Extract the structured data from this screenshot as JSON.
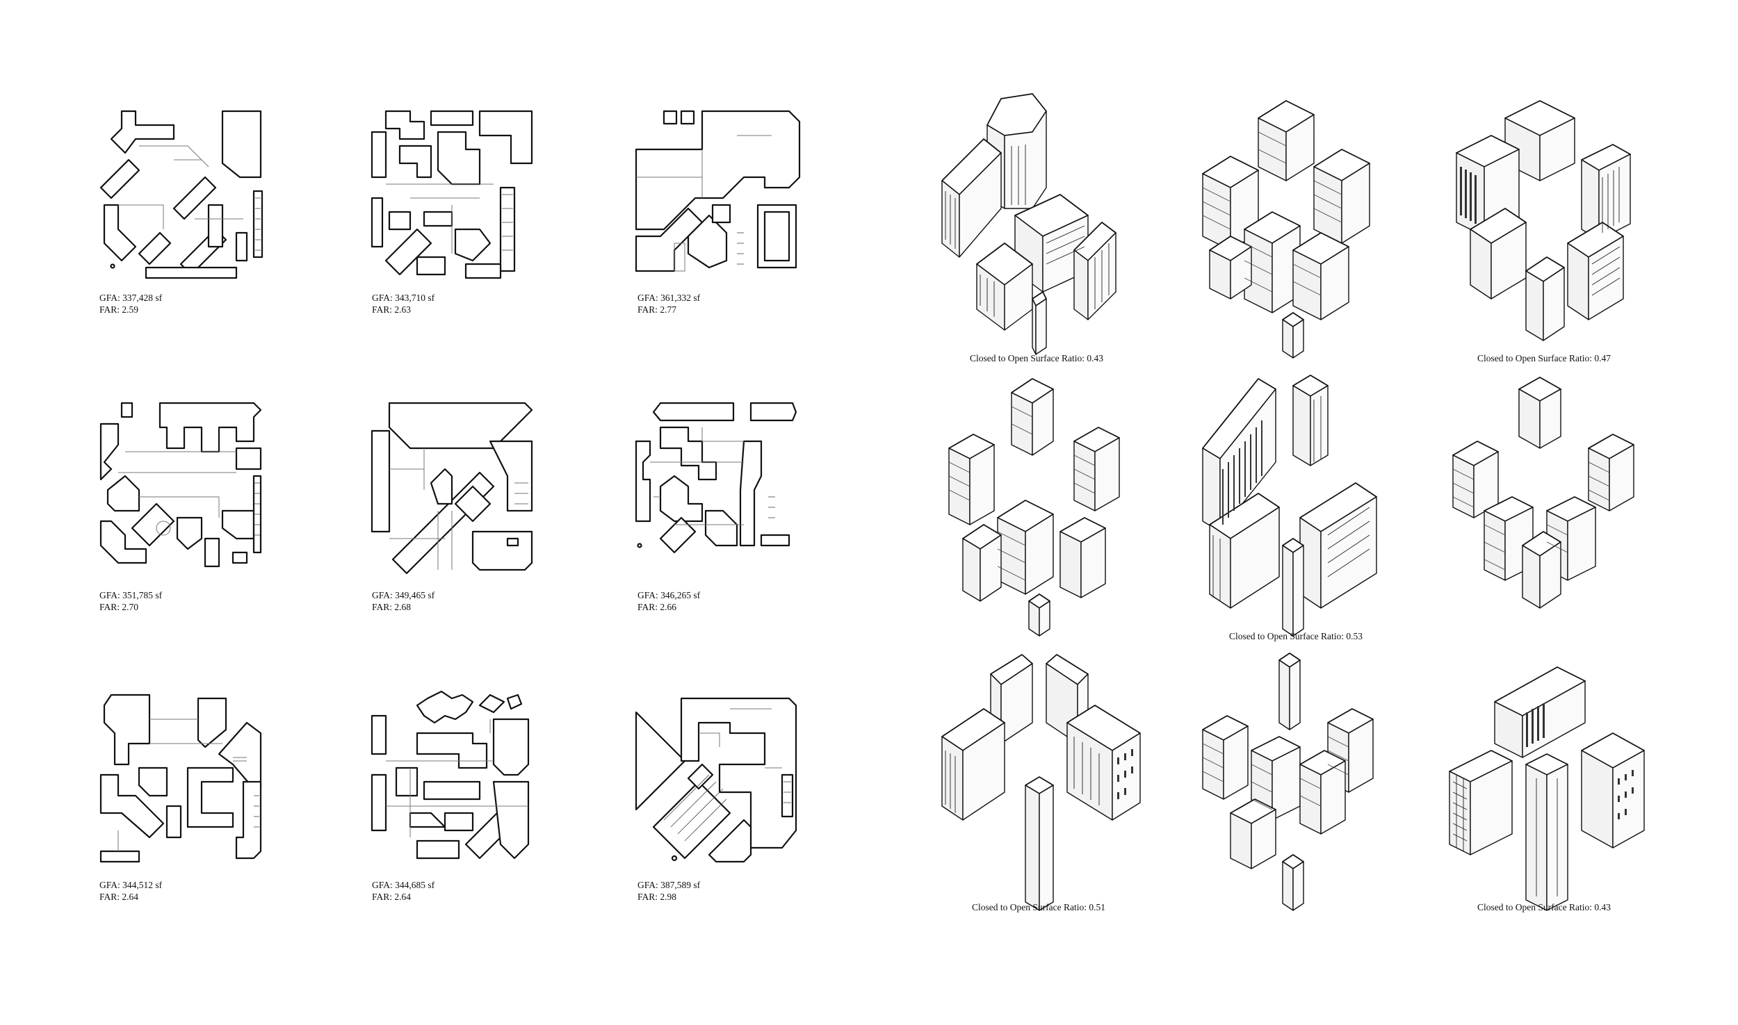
{
  "plans": [
    {
      "gfa": "GFA: 337,428 sf",
      "far": "FAR: 2.59"
    },
    {
      "gfa": "GFA: 343,710 sf",
      "far": "FAR: 2.63"
    },
    {
      "gfa": "GFA: 361,332 sf",
      "far": "FAR: 2.77"
    },
    {
      "gfa": "GFA: 351,785 sf",
      "far": "FAR: 2.70"
    },
    {
      "gfa": "GFA: 349,465 sf",
      "far": "FAR: 2.68"
    },
    {
      "gfa": "GFA: 346,265 sf",
      "far": "FAR: 2.66"
    },
    {
      "gfa": "GFA: 344,512 sf",
      "far": "FAR: 2.64"
    },
    {
      "gfa": "GFA: 344,685 sf",
      "far": "FAR: 2.64"
    },
    {
      "gfa": "GFA: 387,589 sf",
      "far": "FAR: 2.98"
    }
  ],
  "axonometrics": [
    {
      "ratio": "Closed to Open Surface Ratio: 0.43"
    },
    {
      "ratio": ""
    },
    {
      "ratio": "Closed to Open Surface Ratio: 0.47"
    },
    {
      "ratio": ""
    },
    {
      "ratio": "Closed to Open Surface Ratio: 0.53"
    },
    {
      "ratio": ""
    },
    {
      "ratio": "Closed to Open Surface Ratio: 0.51"
    },
    {
      "ratio": ""
    },
    {
      "ratio": "Closed to Open Surface Ratio: 0.43"
    }
  ]
}
